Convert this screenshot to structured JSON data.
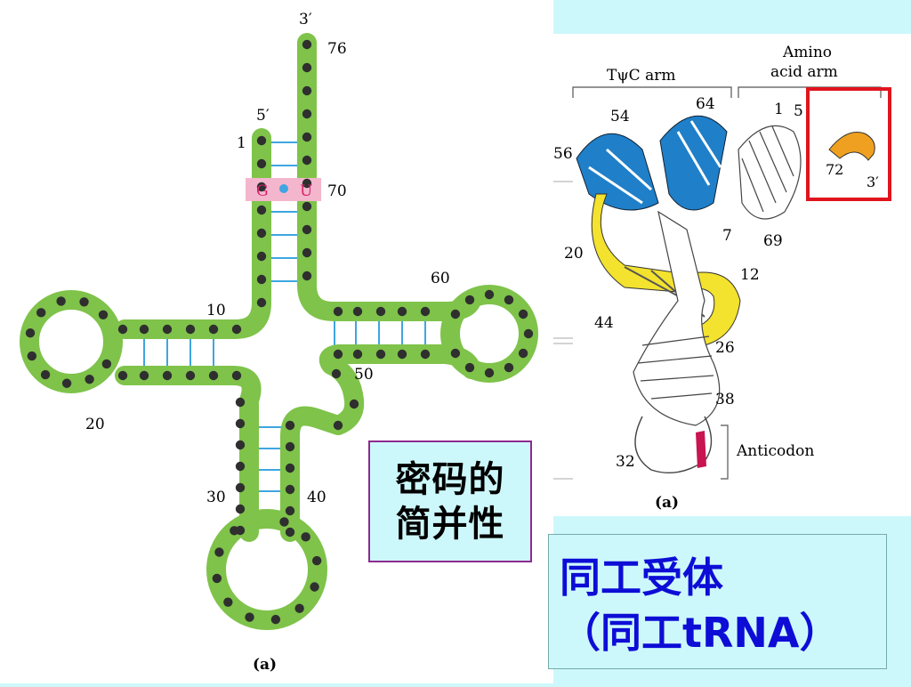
{
  "left_diagram": {
    "end_3prime": "3′",
    "end_5prime": "5′",
    "num_76": "76",
    "num_1": "1",
    "num_70": "70",
    "wobble_G": "G",
    "wobble_U": "U",
    "num_60": "60",
    "num_10": "10",
    "num_50": "50",
    "num_20": "20",
    "num_30": "30",
    "num_40": "40",
    "panel_label": "(a)"
  },
  "right_diagram": {
    "arm_tpsic": "TψC arm",
    "arm_amino_1": "Amino",
    "arm_amino_2": "acid arm",
    "num_54": "54",
    "num_64": "64",
    "num_1": "1",
    "num_5": "5",
    "num_56": "56",
    "num_72": "72",
    "end_3prime": "3′",
    "num_7": "7",
    "num_69": "69",
    "num_20": "20",
    "num_12": "12",
    "num_44": "44",
    "num_26": "26",
    "num_38": "38",
    "anticodon": "Anticodon",
    "num_32": "32",
    "panel_label": "(a)"
  },
  "textbox_degeneracy": {
    "line1": "密码的",
    "line2": "简并性"
  },
  "textbox_isoacceptor": {
    "line1": "同工受体",
    "line2": "（同工tRNA）"
  },
  "colors": {
    "background": "#cdf8fb",
    "backbone_green": "#7fc34a",
    "base_pair_blue": "#3ea6e0",
    "wobble_pink": "#f4b6cd",
    "helix_blue": "#1f7fc8",
    "helix_yellow": "#f3e22e",
    "cca_orange": "#f0a020",
    "anticodon_red": "#c81450",
    "highlight_red": "#e0141e",
    "title_blue": "#0d0dd6"
  }
}
